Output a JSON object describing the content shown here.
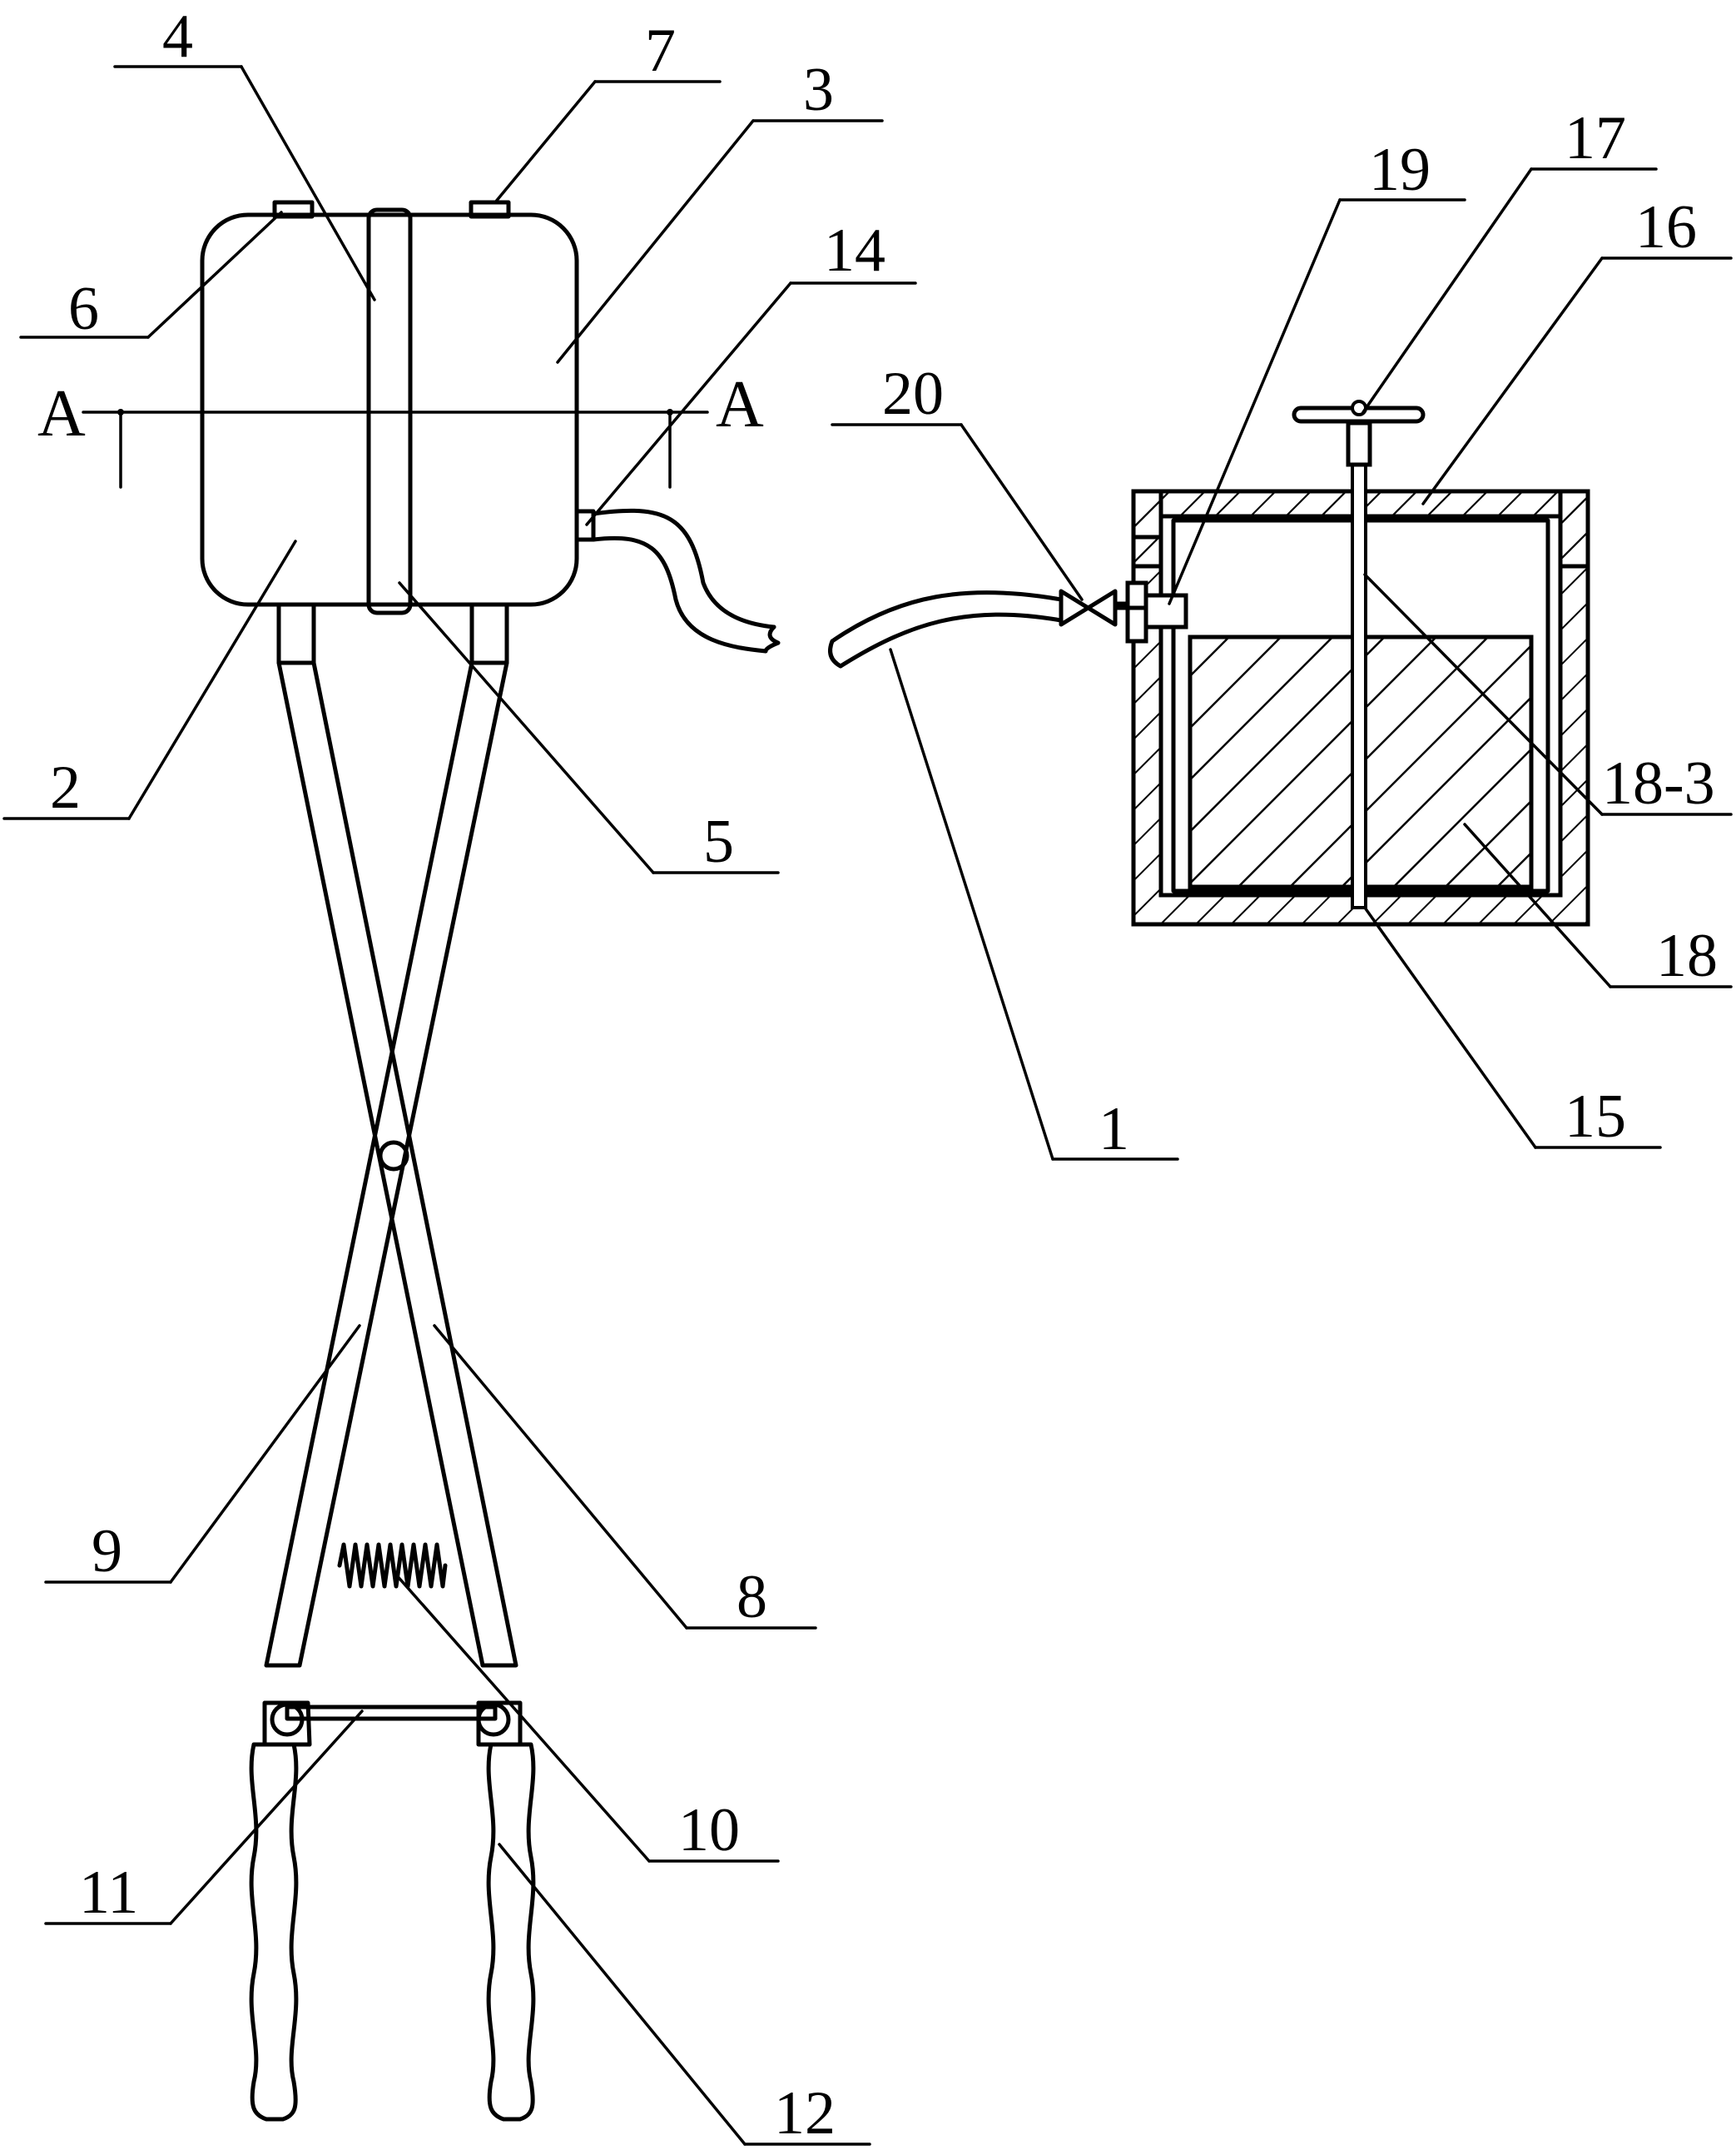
{
  "labels": {
    "l1": "1",
    "l2": "2",
    "l3": "3",
    "l4": "4",
    "l5": "5",
    "l6": "6",
    "l7": "7",
    "l8": "8",
    "l9": "9",
    "l10": "10",
    "l11": "11",
    "l12": "12",
    "l14": "14",
    "l15": "15",
    "l16": "16",
    "l17": "17",
    "l18": "18",
    "l18_3": "18-3",
    "l19": "19",
    "l20": "20"
  },
  "section": {
    "left": "A",
    "right": "A"
  }
}
